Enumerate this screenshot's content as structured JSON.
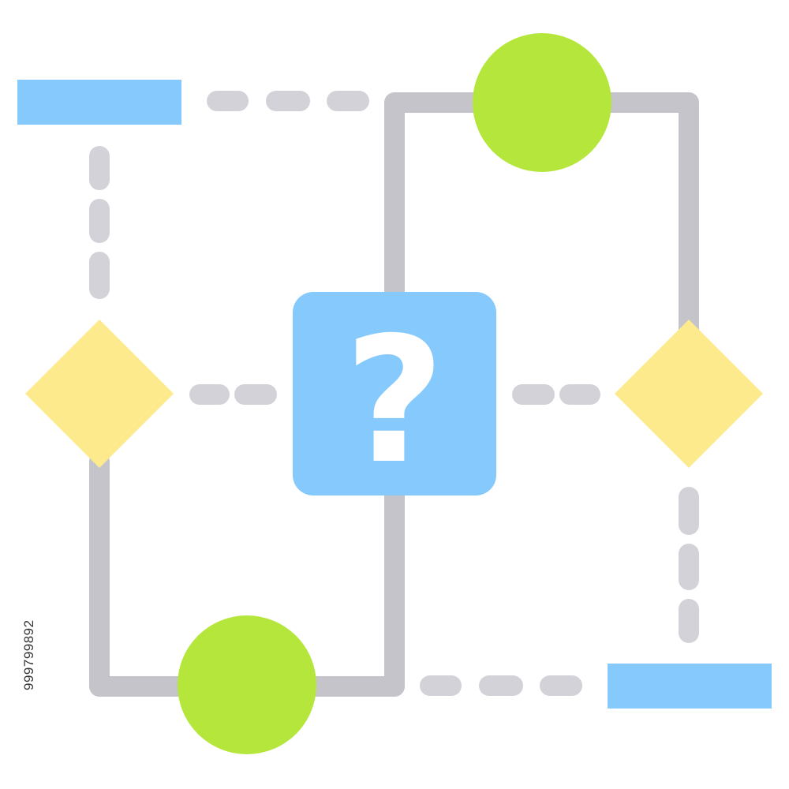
{
  "diagram": {
    "center_symbol": "?",
    "stock_id": "999799892",
    "colors": {
      "connector": "#c4c4ca",
      "dashed_connector": "#d2d2d8",
      "process_box": "#86c9fc",
      "decision_diamond": "#fdea8c",
      "terminal_circle": "#b5e63c",
      "question_glyph": "#ffffff"
    },
    "icons": {
      "center": "question-mark-icon",
      "decision": "diamond-shape",
      "terminal": "circle-shape",
      "process": "rectangle-shape"
    }
  }
}
